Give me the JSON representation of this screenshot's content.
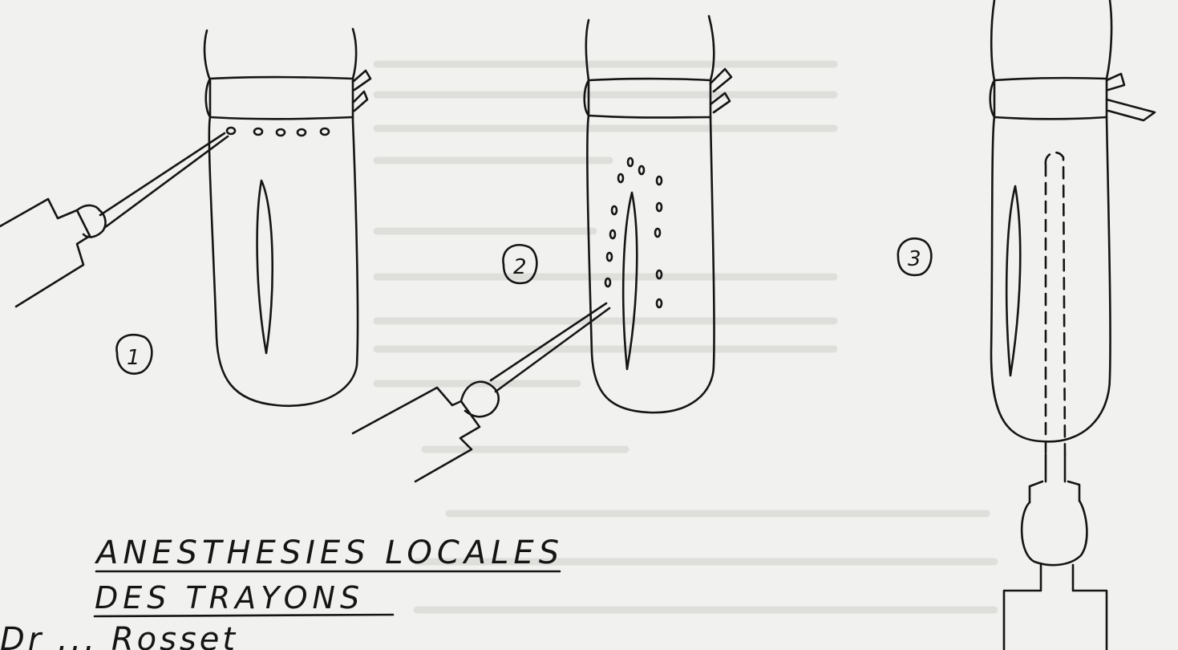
{
  "title": {
    "line1": "ANESTHESIES LOCALES",
    "line2": "DES TRAYONS",
    "line3": "Dr ... Rosset"
  },
  "figures": [
    {
      "number": "1"
    },
    {
      "number": "2"
    },
    {
      "number": "3"
    }
  ],
  "colors": {
    "ink": "#151515",
    "paper": "#f1f1ef",
    "bleed": "#b9b9b5"
  }
}
